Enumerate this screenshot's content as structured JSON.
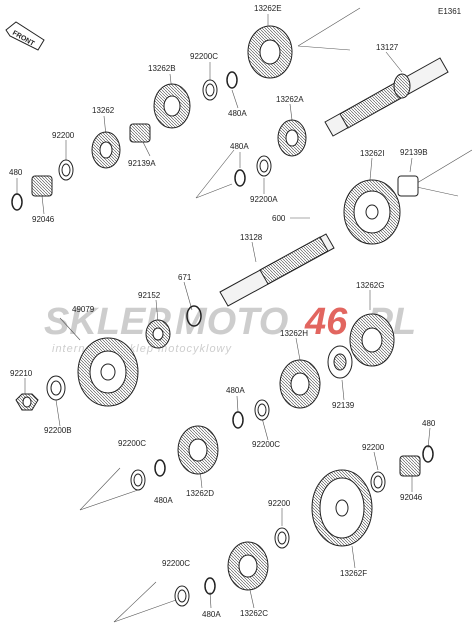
{
  "diagram": {
    "code": "E1361",
    "front_label": "FRONT",
    "watermark": {
      "brand_left": "SKLEP",
      "brand_right": "MOTO",
      "brand_num": "46",
      "brand_tld": ".PL",
      "tagline": "internetowy sklep motocyklowy",
      "accent_color": "#d9342b",
      "gray_color": "#bdbdbd"
    },
    "parts": {
      "p13262E": "13262E",
      "p13127": "13127",
      "p13262B": "13262B",
      "p92200C_a": "92200C",
      "p480A_a": "480A",
      "p13262A": "13262A",
      "p13262": "13262",
      "p92200_a": "92200",
      "p92139A": "92139A",
      "p480A_b": "480A",
      "p92139B": "92139B",
      "p480_a": "480",
      "p92046_a": "92046",
      "p92200A": "92200A",
      "p13262I": "13262I",
      "p600": "600",
      "p13128": "13128",
      "p671": "671",
      "p49079": "49079",
      "p92152": "92152",
      "p13262G": "13262G",
      "p13262H": "13262H",
      "p92210": "92210",
      "p92200B": "92200B",
      "p480A_c": "480A",
      "p92139": "92139",
      "p92200C_b": "92200C",
      "p92200C_c": "92200C",
      "p480A_d": "480A",
      "p13262D": "13262D",
      "p92200_b": "92200",
      "p480_b": "480",
      "p92046_b": "92046",
      "p92200_c": "92200",
      "p13262F": "13262F",
      "p92200C_d": "92200C",
      "p480A_e": "480A",
      "p13262C": "13262C"
    }
  }
}
